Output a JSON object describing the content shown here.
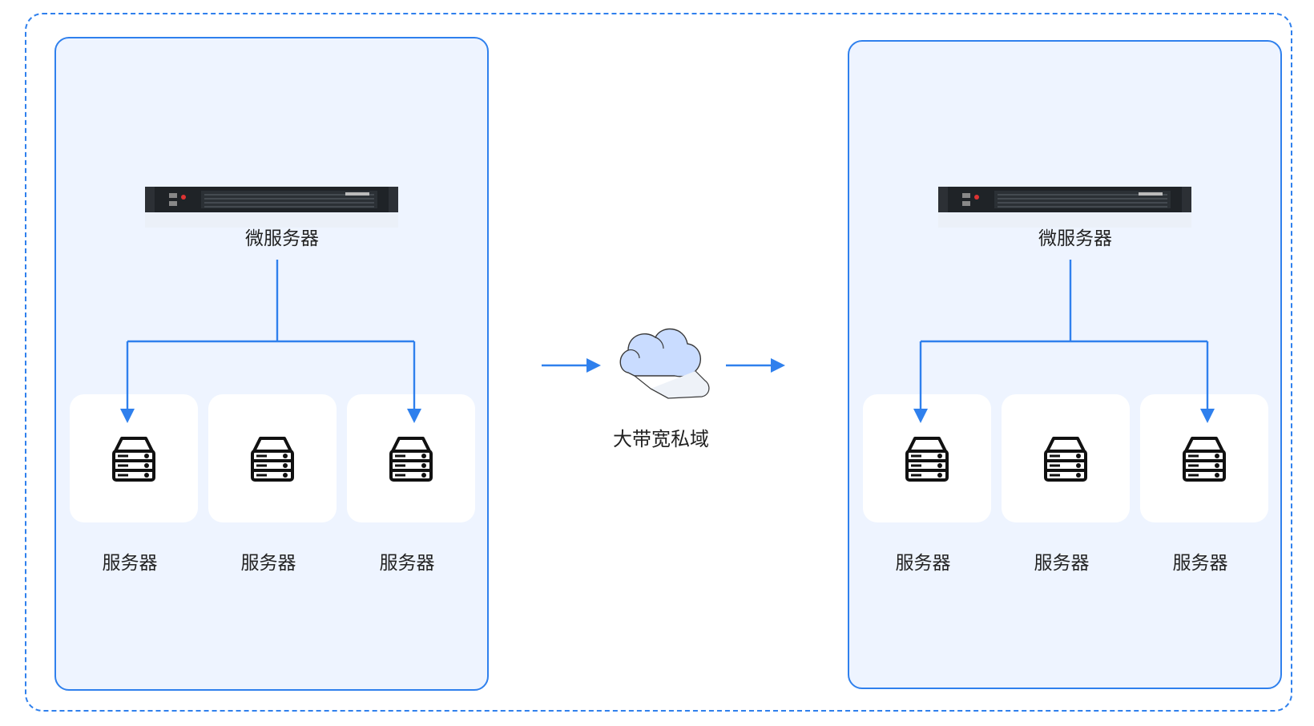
{
  "diagram": {
    "left_cluster": {
      "micro_server_label": "微服务器",
      "servers": [
        {
          "label": "服务器"
        },
        {
          "label": "服务器"
        },
        {
          "label": "服务器"
        }
      ]
    },
    "right_cluster": {
      "micro_server_label": "微服务器",
      "servers": [
        {
          "label": "服务器"
        },
        {
          "label": "服务器"
        },
        {
          "label": "服务器"
        }
      ]
    },
    "cloud": {
      "label": "大带宽私域",
      "icon": "cloud-icon"
    },
    "colors": {
      "accent": "#2f80ed",
      "panel_bg": "#eef4ff",
      "cloud_fill": "#a9c8ff",
      "text": "#222222"
    }
  }
}
